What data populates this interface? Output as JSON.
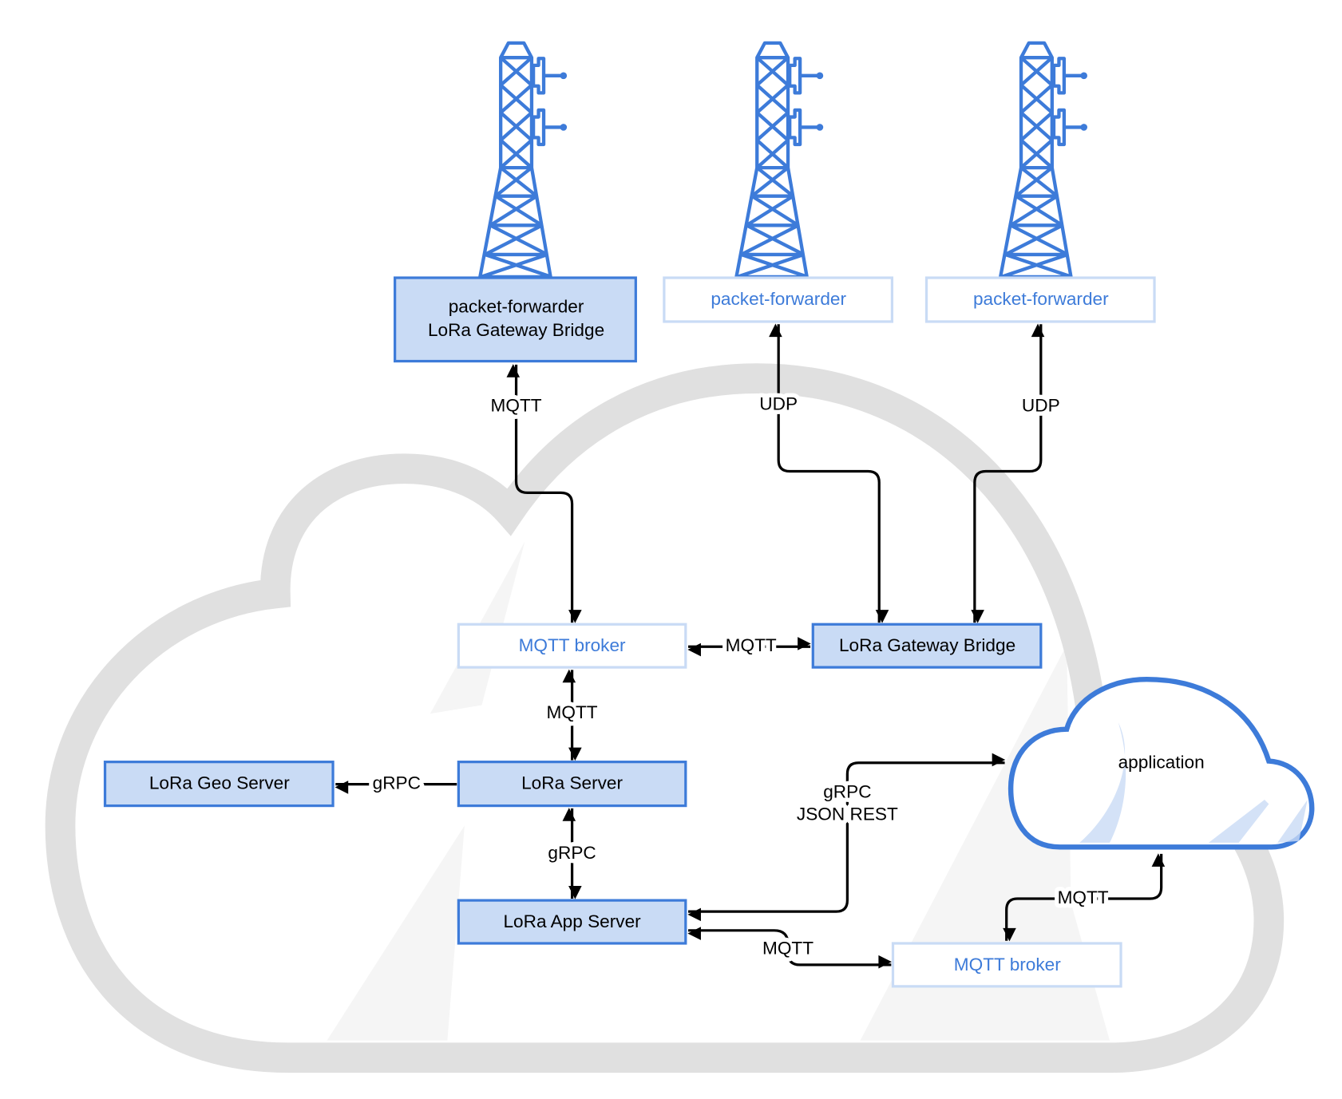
{
  "colors": {
    "accent": "#3d7bd9",
    "box_fill": "#c9dbf5",
    "box_light_border": "#c9dbf5",
    "cloud_gray": "#e0e0e0",
    "connector": "#000000"
  },
  "towers": [
    {
      "icon": "cell-tower-icon"
    },
    {
      "icon": "cell-tower-icon"
    },
    {
      "icon": "cell-tower-icon"
    }
  ],
  "nodes": {
    "gateway1": {
      "line1": "packet-forwarder",
      "line2": "LoRa Gateway Bridge"
    },
    "gateway2": {
      "label": "packet-forwarder"
    },
    "gateway3": {
      "label": "packet-forwarder"
    },
    "mqtt_broker": {
      "label": "MQTT broker"
    },
    "gateway_bridge": {
      "label": "LoRa Gateway Bridge"
    },
    "geo_server": {
      "label": "LoRa Geo Server"
    },
    "lora_server": {
      "label": "LoRa Server"
    },
    "app_server": {
      "label": "LoRa App Server"
    },
    "mqtt_broker_app": {
      "label": "MQTT broker"
    },
    "application": {
      "label": "application",
      "icon": "cloud-icon"
    }
  },
  "edges": {
    "gw1_broker": "MQTT",
    "gw2_bridge": "UDP",
    "gw3_bridge": "UDP",
    "broker_bridge": "MQTT",
    "broker_server": "MQTT",
    "server_geo": "gRPC",
    "server_app": "gRPC",
    "app_application_line1": "gRPC",
    "app_application_line2": "JSON REST",
    "app_broker2": "MQTT",
    "broker2_application": "MQTT"
  }
}
